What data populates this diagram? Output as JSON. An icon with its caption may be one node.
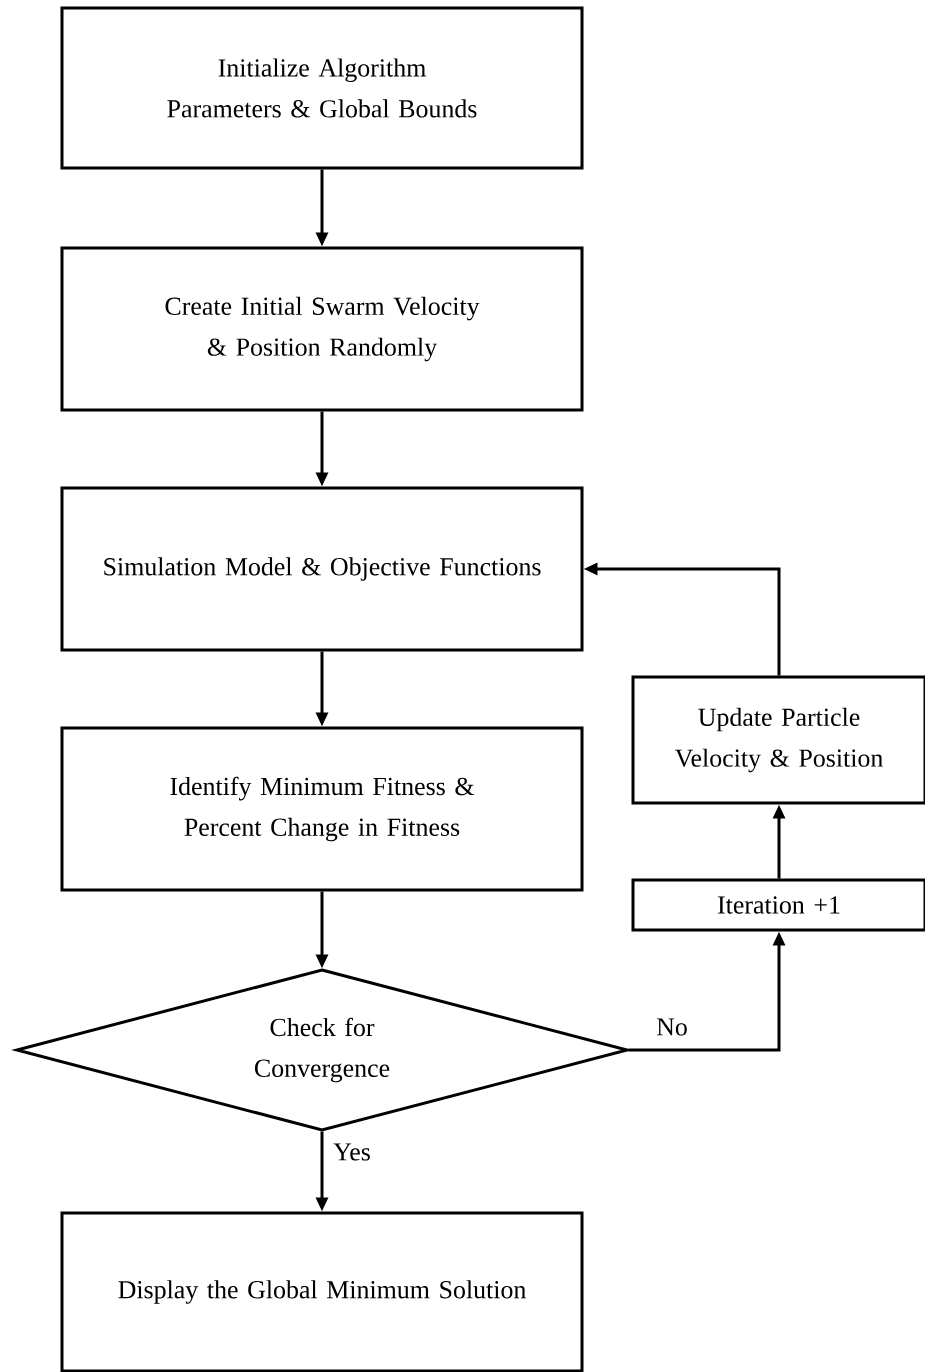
{
  "diagram": {
    "nodes": [
      {
        "text": [
          "Initialize Algorithm Parameters & Global Bounds"
        ]
      },
      {
        "text": [
          "Create Initial Swarm Velocity & Position Randomly"
        ]
      },
      {
        "text": [
          "Simulation Model & Objective Functions"
        ]
      },
      {
        "text": [
          "Identify Minimum Fitness & Percent Change in Fitness"
        ]
      },
      {
        "text": [
          "Check for Convergence"
        ]
      },
      {
        "text": [
          "Display the Global Minimum Solution"
        ]
      },
      {
        "text": [
          "Update Particle Velocity & Position"
        ]
      },
      {
        "text": [
          "Iteration +1"
        ]
      }
    ],
    "edges": [
      {
        "from": 0,
        "to": 1,
        "arrow": "to"
      },
      {
        "from": 1,
        "to": 2,
        "arrow": "to"
      },
      {
        "from": 2,
        "to": 3,
        "arrow": "to"
      },
      {
        "from": 3,
        "to": 4,
        "arrow": "to"
      },
      {
        "from": 4,
        "to": 5,
        "arrow": "to",
        "label": "Yes"
      },
      {
        "from": 4,
        "to": 7,
        "arrow": "to",
        "label": "No"
      },
      {
        "from": 7,
        "to": 6,
        "arrow": "to"
      },
      {
        "from": 6,
        "to": 2,
        "arrow": "to"
      }
    ]
  }
}
